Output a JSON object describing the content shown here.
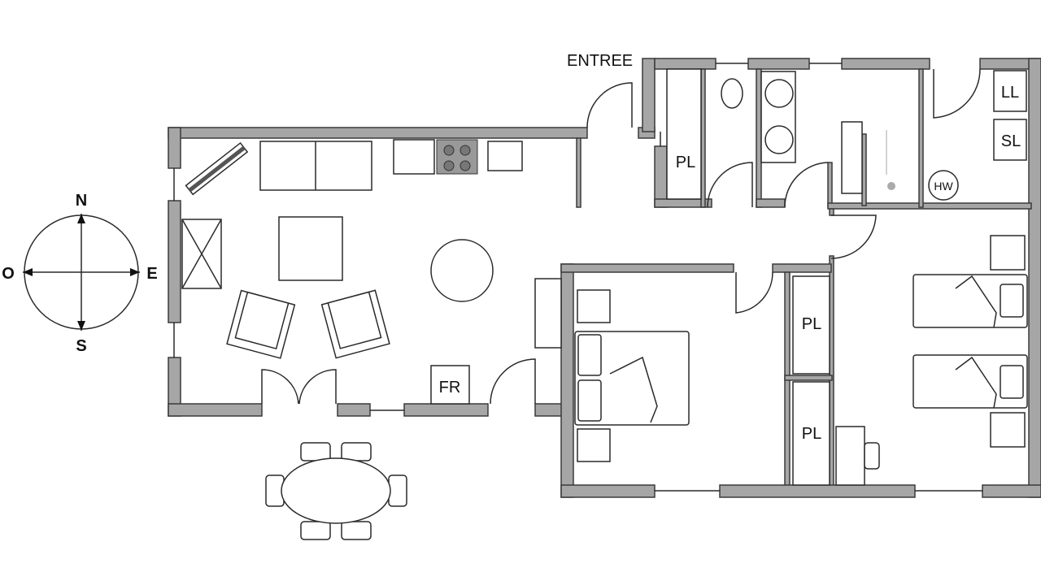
{
  "plan": {
    "entrance_label": "ENTREE",
    "closet_labels": [
      "PL",
      "PL",
      "PL"
    ],
    "laundry_labels": [
      "LL",
      "SL"
    ],
    "water_heater_label": "HW",
    "fridge_label": "FR"
  },
  "compass": {
    "north": "N",
    "south": "S",
    "east": "E",
    "west": "O"
  },
  "colors": {
    "wall": "#a6a6a6",
    "outline": "#3a3a3a"
  }
}
